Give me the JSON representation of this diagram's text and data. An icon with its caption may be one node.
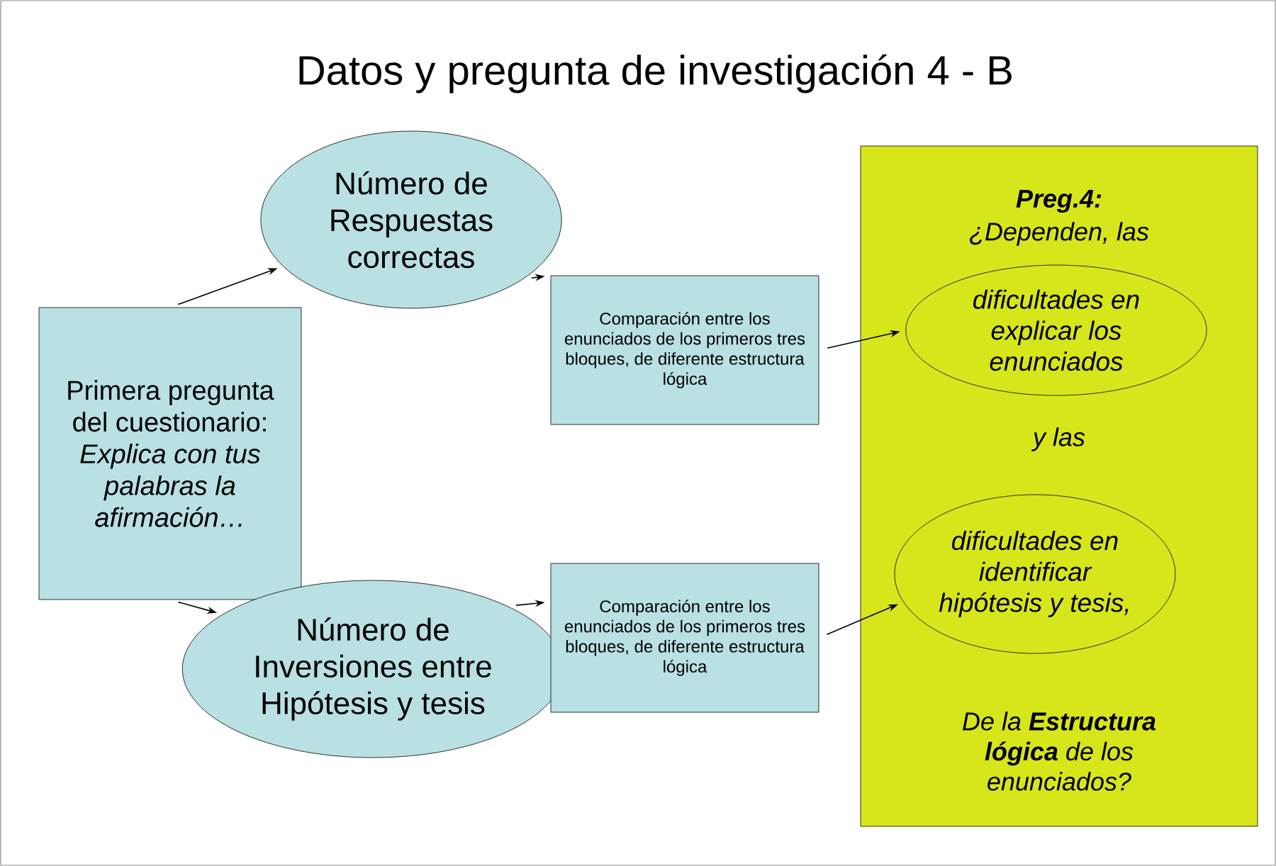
{
  "diagram": {
    "title": "Datos y pregunta de investigación 4 - B",
    "nodes": [
      {
        "text": [
          "Primera pregunta del cuestionario:",
          "Explica con tus palabras la afirmación…"
        ]
      },
      {
        "text": [
          "Número de Respuestas correctas"
        ]
      },
      {
        "text": [
          "Número de Inversiones entre Hipótesis y tesis"
        ]
      },
      {
        "text": [
          "Comparación entre los enunciados de los primeros tres bloques, de diferente estructura lógica"
        ]
      },
      {
        "text": [
          "Comparación entre los enunciados de los primeros tres bloques, de diferente estructura lógica"
        ]
      },
      {
        "text": [
          "Preg.4:",
          "¿Dependen, las",
          "y las",
          "De la **Estructura lógica** de los enunciados?"
        ]
      },
      {
        "text": [
          "dificultades en explicar los enunciados"
        ],
        "in": 5
      },
      {
        "text": [
          "dificultades en identificar hipótesis y tesis,"
        ],
        "in": 5
      }
    ],
    "edges": [
      {
        "from": 0,
        "to": 1,
        "arrow": "to"
      },
      {
        "from": 0,
        "to": 2,
        "arrow": "to"
      },
      {
        "from": 1,
        "to": 3,
        "arrow": "to"
      },
      {
        "from": 2,
        "to": 4,
        "arrow": "to"
      },
      {
        "from": 3,
        "to": 6,
        "arrow": "to"
      },
      {
        "from": 4,
        "to": 7,
        "arrow": "to"
      }
    ]
  }
}
